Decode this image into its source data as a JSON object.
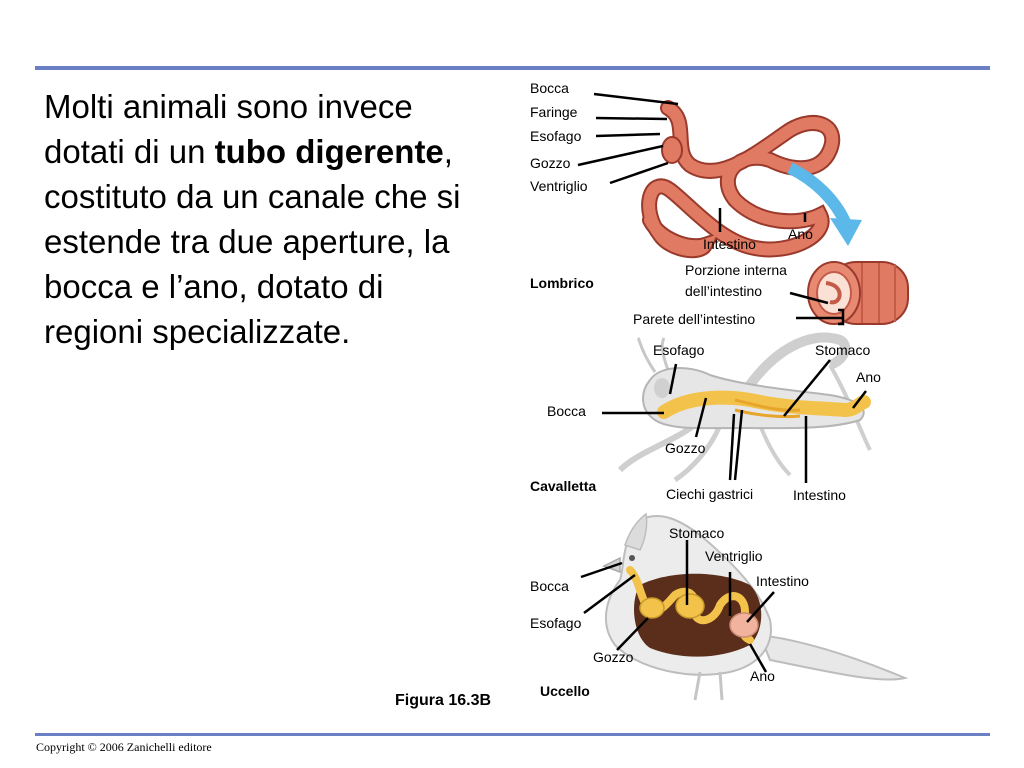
{
  "slide": {
    "text_before": "Molti animali sono invece dotati di un ",
    "text_bold": "tubo digerente",
    "text_after": ", costituto da un canale che si estende tra due aperture, la bocca e l’ano, dotato di regioni specializzate.",
    "figure_caption": "Figura 16.3B",
    "copyright": "Copyright © 2006 Zanichelli editore",
    "rule_color": "#6b7fc4"
  },
  "earthworm": {
    "name": "Lombrico",
    "labels": {
      "bocca": "Bocca",
      "faringe": "Faringe",
      "esofago": "Esofago",
      "gozzo": "Gozzo",
      "ventriglio": "Ventriglio",
      "intestino": "Intestino",
      "ano": "Ano",
      "porzione_1": "Porzione interna",
      "porzione_2": "dell’intestino",
      "parete": "Parete dell’intestino"
    }
  },
  "grasshopper": {
    "name": "Cavalletta",
    "labels": {
      "esofago": "Esofago",
      "stomaco": "Stomaco",
      "ano": "Ano",
      "bocca": "Bocca",
      "gozzo": "Gozzo",
      "ciechi": "Ciechi gastrici",
      "intestino": "Intestino"
    }
  },
  "bird": {
    "name": "Uccello",
    "labels": {
      "stomaco": "Stomaco",
      "ventriglio": "Ventriglio",
      "intestino": "Intestino",
      "bocca": "Bocca",
      "esofago": "Esofago",
      "gozzo": "Gozzo",
      "ano": "Ano"
    }
  },
  "colors": {
    "worm_tube": "#e07a63",
    "worm_dark": "#c45a48",
    "arrow": "#5bb8e8",
    "gut_yellow": "#f3c24a",
    "bird_cavity": "#5a2e1a"
  }
}
